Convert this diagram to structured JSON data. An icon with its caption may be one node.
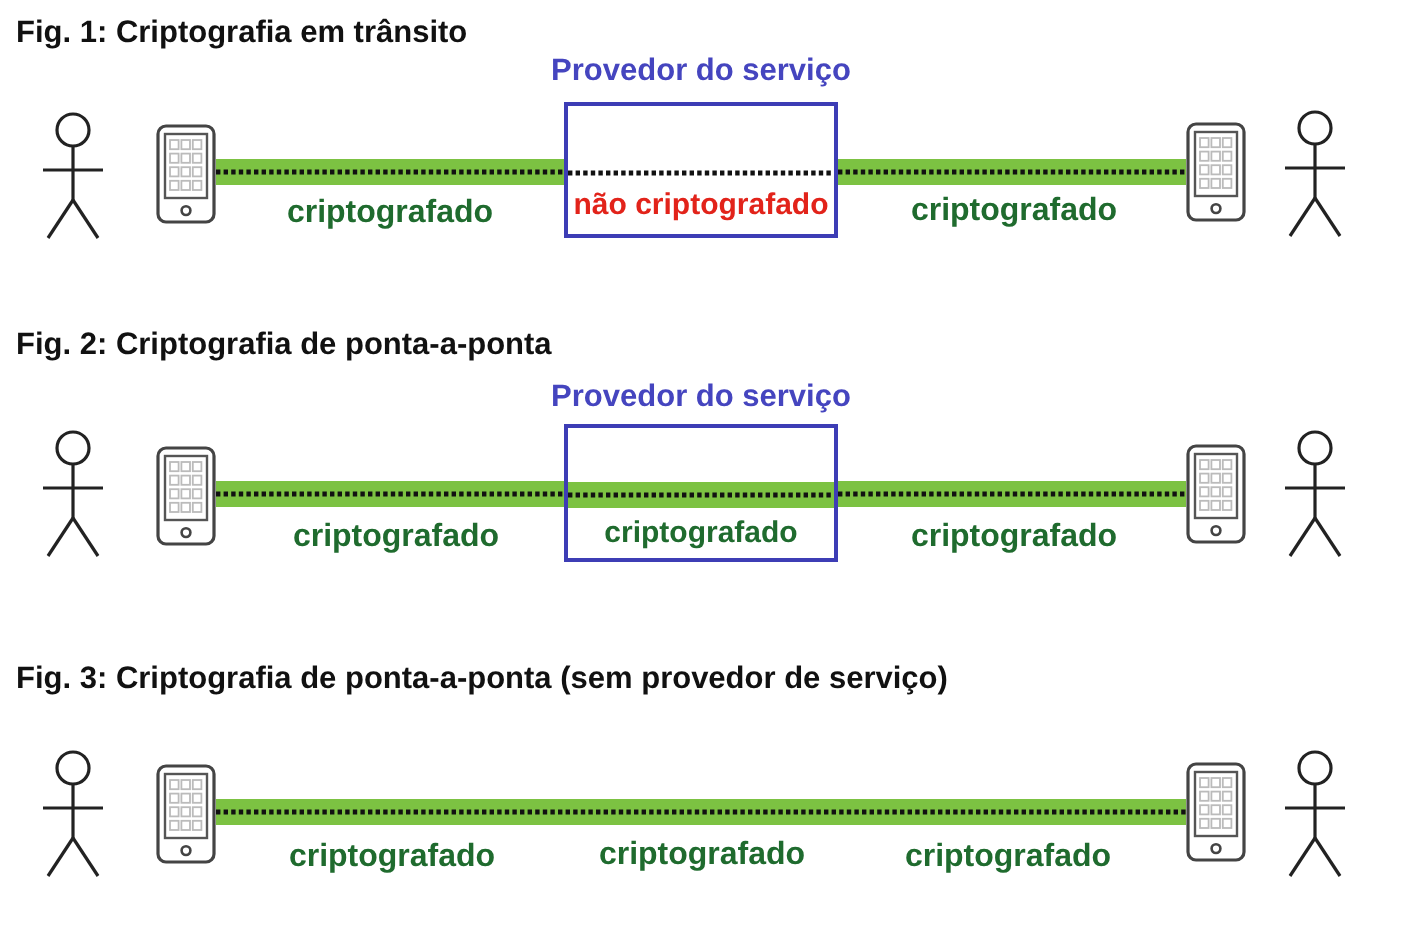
{
  "diagram": {
    "nodes": [
      {
        "text": [],
        "shape": "person"
      },
      {
        "text": [],
        "shape": "phone"
      },
      {
        "text": [
          "Provedor do serviço",
          "não criptografado"
        ]
      },
      {
        "text": [],
        "shape": "phone"
      },
      {
        "text": [],
        "shape": "person"
      },
      {
        "text": [],
        "shape": "person"
      },
      {
        "text": [],
        "shape": "phone"
      },
      {
        "text": [
          "Provedor do serviço",
          "criptografado"
        ]
      },
      {
        "text": [],
        "shape": "phone"
      },
      {
        "text": [],
        "shape": "person"
      },
      {
        "text": [],
        "shape": "person"
      },
      {
        "text": [],
        "shape": "phone"
      },
      {
        "text": [],
        "shape": "phone"
      },
      {
        "text": [],
        "shape": "person"
      }
    ],
    "edges": [
      {
        "from": 1,
        "to": 2,
        "arrow": "none",
        "label": "criptografado"
      },
      {
        "from": 2,
        "to": 3,
        "arrow": "none",
        "label": "criptografado"
      },
      {
        "from": 6,
        "to": 7,
        "arrow": "none",
        "label": "criptografado"
      },
      {
        "from": 7,
        "to": 8,
        "arrow": "none",
        "label": "criptografado"
      },
      {
        "from": 11,
        "to": 12,
        "arrow": "none",
        "label": "criptografado"
      }
    ],
    "labels": [
      "Fig. 1: Criptografia em trânsito",
      "Fig. 2: Criptografia de ponta-a-ponta",
      "Fig. 3: Criptografia de ponta-a-ponta (sem provedor de serviço)",
      "criptografado",
      "criptografado"
    ]
  }
}
